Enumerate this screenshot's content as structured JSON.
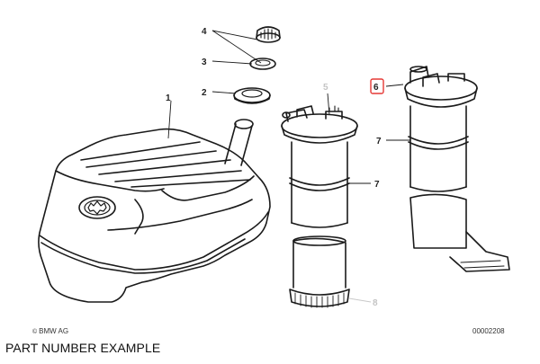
{
  "diagram": {
    "labels": {
      "part_1": "1",
      "part_2": "2",
      "part_3": "3",
      "part_4": "4",
      "part_5": "5",
      "part_6": "6",
      "part_7_center": "7",
      "part_7_right": "7",
      "part_8": "8"
    },
    "copyright_symbol": "©",
    "copyright": "BMW AG",
    "diagram_number": "00002208",
    "highlight_color": "#e53935"
  },
  "caption": "PART NUMBER EXAMPLE"
}
